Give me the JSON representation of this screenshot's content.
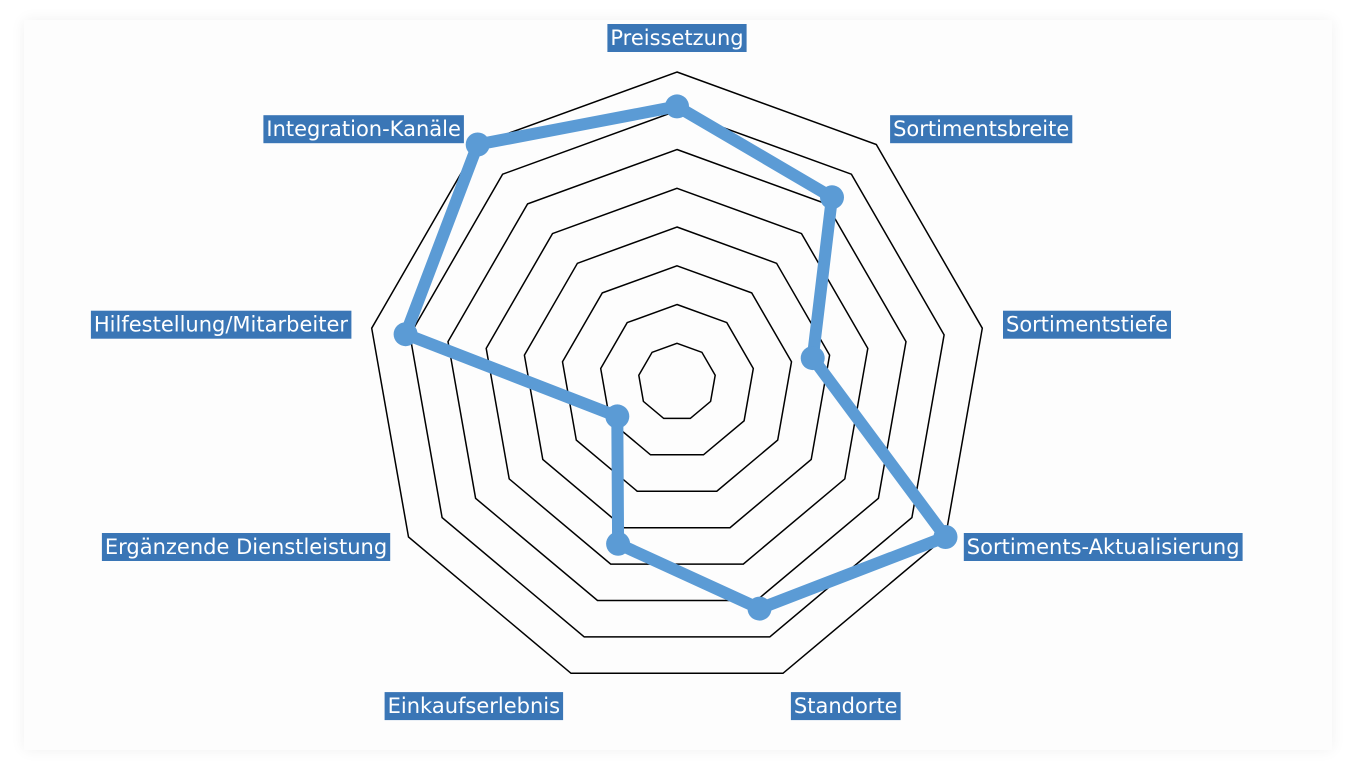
{
  "chart_data": {
    "type": "radar",
    "categories": [
      "Preissetzung",
      "Sortimentsbreite",
      "Sortimentstiefe",
      "Sortiments-Aktualisierung",
      "Standorte",
      "Einkaufserlebnis",
      "Ergänzende Dienstleistung",
      "Hilfestellung/Mitarbeiter",
      "Integration-Kanäle"
    ],
    "series": [
      {
        "values": [
          8,
          7,
          4,
          9,
          7,
          5,
          2,
          8,
          9
        ]
      }
    ],
    "rlim": [
      0,
      9
    ],
    "ring_count": 8,
    "grid": true,
    "legend": "none",
    "colors": {
      "series": "#5b9bd5",
      "grid": "#000000",
      "label_bg": "#3a76b6",
      "label_text": "#ffffff"
    }
  }
}
